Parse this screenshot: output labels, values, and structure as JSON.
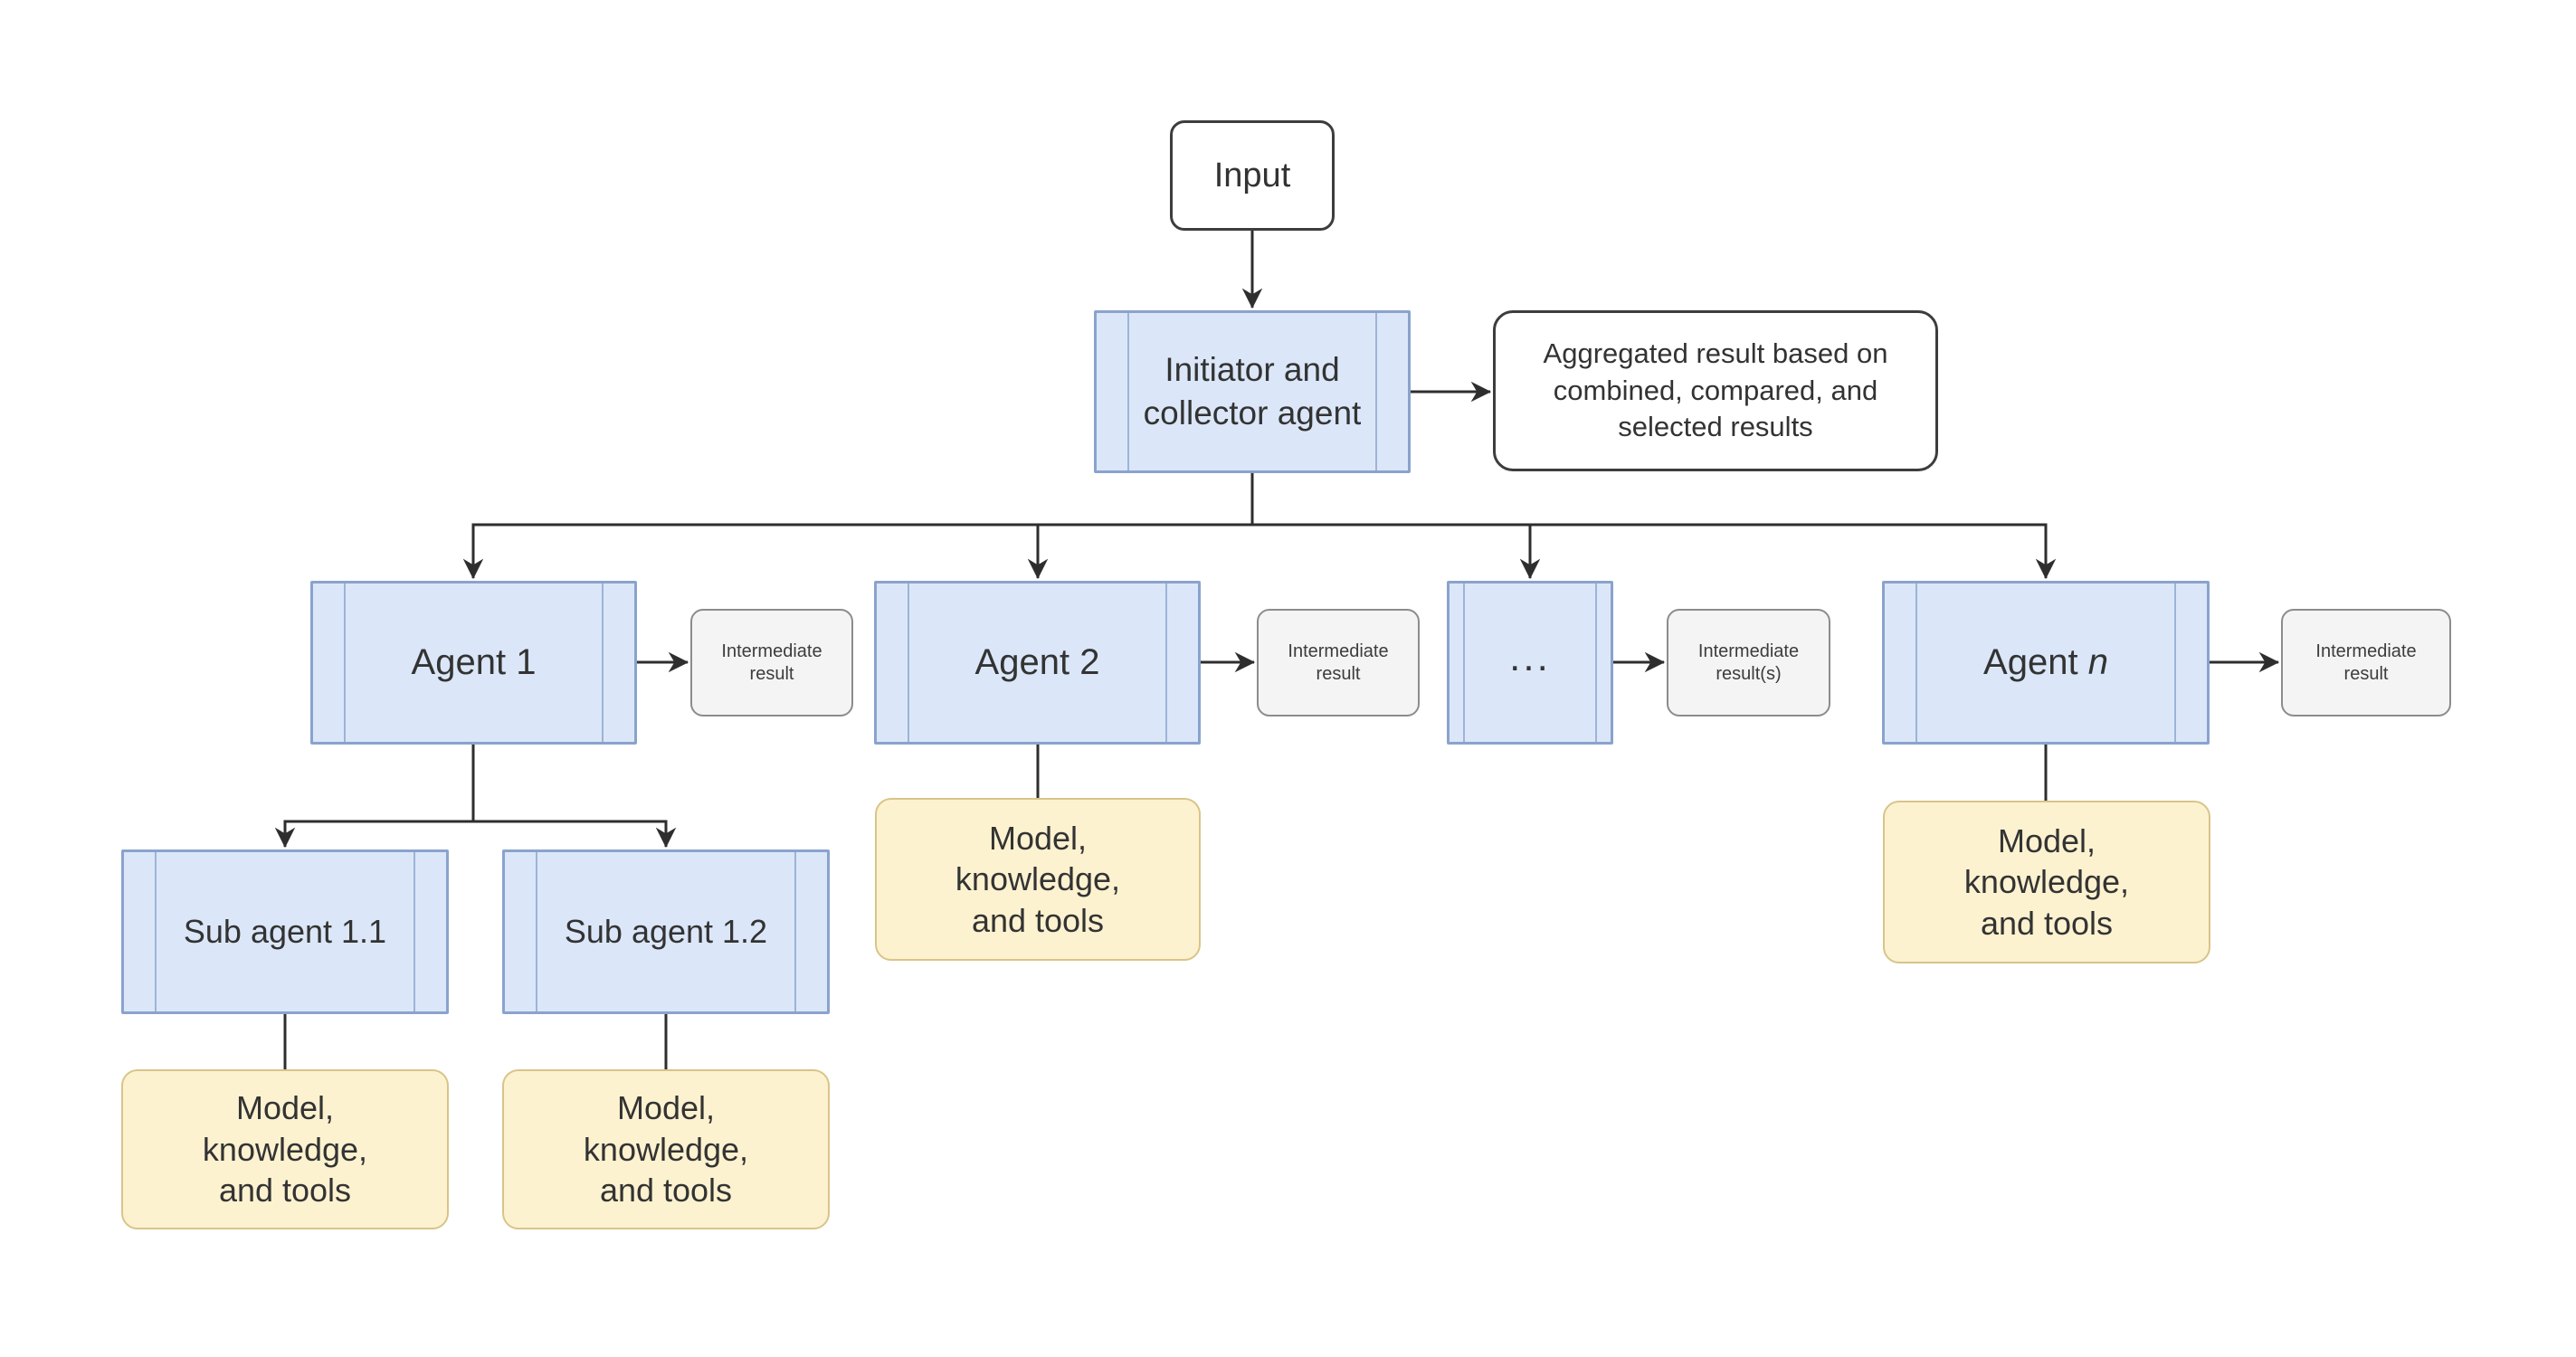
{
  "diagram": {
    "description_nodes": {
      "input": {
        "label": "Input"
      },
      "initiator": {
        "lines": [
          "Initiator and",
          "collector agent"
        ]
      },
      "aggregated": {
        "lines": [
          "Aggregated result based on",
          "combined, compared, and",
          "selected results"
        ]
      },
      "agent_1": {
        "label": "Agent 1"
      },
      "agent_2": {
        "label": "Agent 2"
      },
      "ellipsis": {
        "label": "..."
      },
      "agent_n": {
        "prefix": "Agent ",
        "n": "n"
      },
      "sub_agent_1_1": {
        "label": "Sub agent 1.1"
      },
      "sub_agent_1_2": {
        "label": "Sub agent 1.2"
      },
      "intermediate_result": {
        "lines": [
          "Intermediate",
          "result"
        ]
      },
      "intermediate_results": {
        "lines": [
          "Intermediate",
          "result(s)"
        ]
      },
      "model_knowledge_tools": {
        "lines": [
          "Model,",
          "knowledge,",
          "and tools"
        ]
      }
    }
  },
  "colors": {
    "blue_fill": "#dbe7f8",
    "blue_border": "#8aa3cd",
    "blue_inner_line": "#9db3d8",
    "yellow_fill": "#fdf2d0",
    "yellow_border": "#d9c488",
    "gray_fill": "#f4f4f4",
    "gray_border": "#8c8c8c",
    "dark_border": "#3d3d3d",
    "line_color": "#2e2e2e"
  }
}
